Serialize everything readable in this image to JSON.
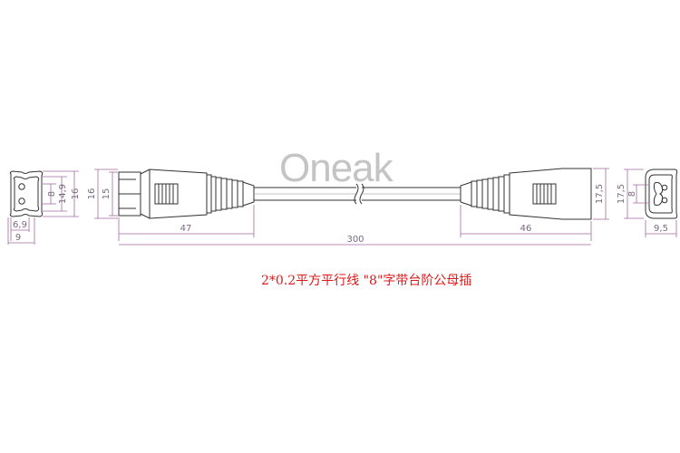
{
  "logo": {
    "text": "Oneak"
  },
  "caption": "2*0.2平方平行线 \"8\"字带台阶公母插",
  "dimensions": {
    "left_face_height_inner": "8",
    "left_face_height_mid": "14,9",
    "left_face_height_outer": "16",
    "left_face_width_inner": "6,9",
    "left_face_width_outer": "9",
    "plug_height_outer": "16",
    "plug_height_inner": "15",
    "plug_length": "47",
    "total_length": "300",
    "socket_length": "46",
    "socket_height": "17,5",
    "right_face_height_outer": "17,5",
    "right_face_height_inner": "8",
    "right_face_width": "9,5"
  },
  "colors": {
    "outline": "#333333",
    "dimension": "#a06aa0",
    "caption": "#e01818",
    "logo": "#c4c4c4"
  }
}
